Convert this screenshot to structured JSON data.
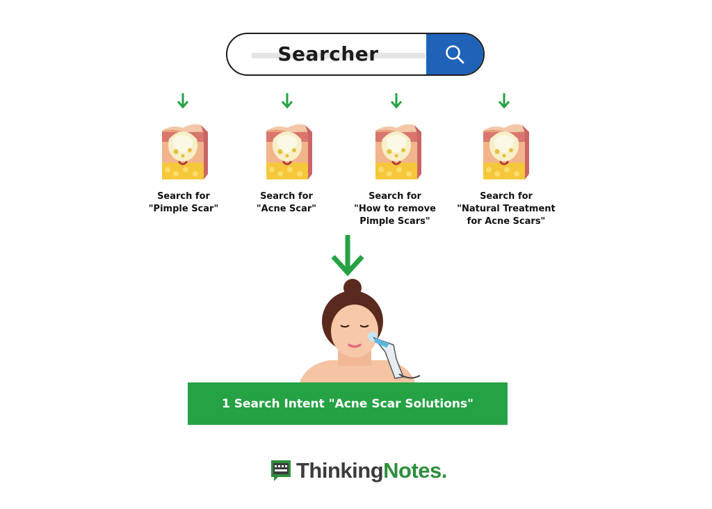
{
  "search": {
    "text": "Searcher",
    "icon": "search-icon"
  },
  "queries": [
    {
      "line1": "Search for",
      "line2": "\"Pimple Scar\"",
      "line3": ""
    },
    {
      "line1": "Search for",
      "line2": "\"Acne Scar\"",
      "line3": ""
    },
    {
      "line1": "Search for",
      "line2": "\"How to remove",
      "line3": "Pimple Scars\""
    },
    {
      "line1": "Search for",
      "line2": "\"Natural Treatment",
      "line3": "for Acne Scars\""
    }
  ],
  "result": {
    "text": "1 Search Intent \"Acne Scar Solutions\""
  },
  "logo": {
    "part1": "Thinking",
    "part2": "Notes."
  },
  "colors": {
    "green": "#25a244",
    "blue": "#1e63b8",
    "logo_green": "#2d8e3c"
  }
}
